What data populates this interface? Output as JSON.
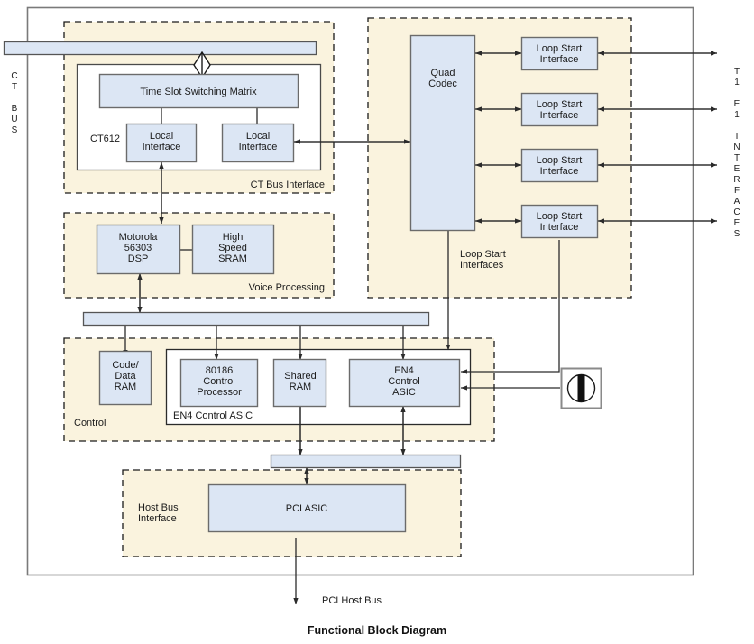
{
  "diagram": {
    "caption": "Functional Block Diagram",
    "colors": {
      "block_fill": "#dce6f4",
      "block_stroke": "#6b6b6b",
      "group_fill": "#faf3de",
      "group_stroke": "#1a1a1a",
      "frame_stroke": "#7a7a7a",
      "line": "#2b2b2b",
      "text": "#1b1b1b",
      "page_bg": "#ffffff"
    },
    "groups": [
      {
        "id": "ct-bus-interface",
        "label": "CT Bus Interface"
      },
      {
        "id": "loop-start-interfaces",
        "label": "Loop Start\nInterfaces",
        "label_line1": "Loop Start",
        "label_line2": "Interfaces"
      },
      {
        "id": "voice-processing",
        "label": "Voice Processing"
      },
      {
        "id": "control",
        "label": "Control"
      },
      {
        "id": "host-bus-interface",
        "label": "Host Bus\nInterface",
        "label_line1": "Host Bus",
        "label_line2": "Interface"
      }
    ],
    "subgroups": [
      {
        "id": "ct612",
        "label": "CT612"
      },
      {
        "id": "en4-control-asic-group",
        "label": "EN4 Control ASIC"
      }
    ],
    "blocks": [
      {
        "id": "time-slot-switching-matrix",
        "lines": [
          "Time Slot Switching Matrix"
        ]
      },
      {
        "id": "local-interface-left",
        "lines": [
          "Local",
          "Interface"
        ]
      },
      {
        "id": "local-interface-right",
        "lines": [
          "Local",
          "Interface"
        ]
      },
      {
        "id": "quad-codec",
        "lines": [
          "Quad",
          "Codec"
        ]
      },
      {
        "id": "loop-start-interface-1",
        "lines": [
          "Loop Start",
          "Interface"
        ]
      },
      {
        "id": "loop-start-interface-2",
        "lines": [
          "Loop Start",
          "Interface"
        ]
      },
      {
        "id": "loop-start-interface-3",
        "lines": [
          "Loop Start",
          "Interface"
        ]
      },
      {
        "id": "loop-start-interface-4",
        "lines": [
          "Loop Start",
          "Interface"
        ]
      },
      {
        "id": "motorola-dsp",
        "lines": [
          "Motorola",
          "56303",
          "DSP"
        ]
      },
      {
        "id": "high-speed-sram",
        "lines": [
          "High",
          "Speed",
          "SRAM"
        ]
      },
      {
        "id": "code-data-ram",
        "lines": [
          "Code/",
          "Data",
          "RAM"
        ]
      },
      {
        "id": "control-processor-80186",
        "lines": [
          "80186",
          "Control",
          "Processor"
        ]
      },
      {
        "id": "shared-ram",
        "lines": [
          "Shared",
          "RAM"
        ]
      },
      {
        "id": "en4-control-asic",
        "lines": [
          "EN4",
          "Control",
          "ASIC"
        ]
      },
      {
        "id": "pci-asic",
        "lines": [
          "PCI ASIC"
        ]
      }
    ],
    "buses": [
      {
        "id": "ct-bus-bar"
      },
      {
        "id": "internal-bus-bar"
      },
      {
        "id": "host-bus-bar"
      }
    ],
    "edge_labels": {
      "left_bus_line1": "C T",
      "left_bus_line2": "B U S",
      "left_chars": [
        "C",
        "T",
        "",
        "B",
        "U",
        "S"
      ],
      "right_chars": [
        "T",
        "1",
        "",
        "E",
        "1",
        "",
        "I",
        "N",
        "T",
        "E",
        "R",
        "F",
        "A",
        "C",
        "E",
        "S"
      ]
    },
    "connector_labels": {
      "pci_host_bus": "PCI Host Bus"
    },
    "icons": {
      "oscillator": "crystal-oscillator-icon",
      "ct_bus_connector": "bidirectional-diamond-icon"
    }
  }
}
